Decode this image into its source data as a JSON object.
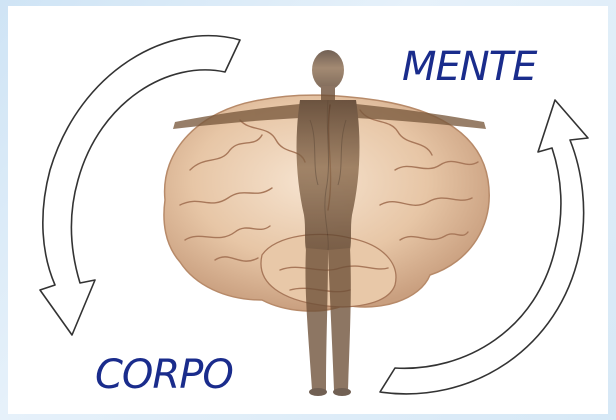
{
  "labels": {
    "mente": "MENTE",
    "corpo": "CORPO"
  },
  "colors": {
    "label_text": "#1a2c8c",
    "background_frame": "#d6e8f6",
    "brain_fill": "#e9cdb0",
    "brain_shadow": "#c99f7f",
    "brain_fold": "#a8785a",
    "figure_fill": "#7a5a3e",
    "arrow_stroke": "#333333"
  },
  "illustration": {
    "subject": "human-figure-over-brain",
    "arrow_style": "outlined-curved-cycle"
  }
}
